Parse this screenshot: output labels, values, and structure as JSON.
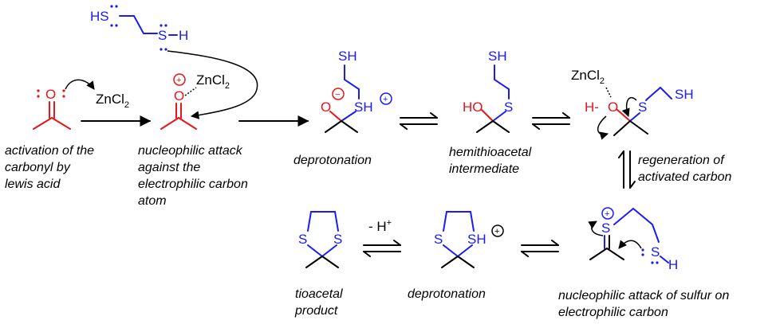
{
  "reagent": {
    "zncl": "ZnCl",
    "sub2": "2",
    "o": "O",
    "s": "S",
    "h": "H",
    "hs": "HS",
    "sh": "SH",
    "ho": "HO",
    "plus": "+",
    "minus": "−",
    "minus_h": "- H",
    "plus_sup": "+",
    "hdash": "H-"
  },
  "captions": {
    "step1": [
      "activation of the",
      "carbonyl by",
      "lewis acid"
    ],
    "step2": [
      "nucleophilic attack",
      "against the",
      "electrophilic carbon",
      "atom"
    ],
    "step3": [
      "deprotonation"
    ],
    "step4": [
      "hemithioacetal",
      "intermediate"
    ],
    "step5": [
      "regeneration of",
      "activated carbon"
    ],
    "step6": [
      "nucleophilic attack of sulfur on",
      "electrophilic carbon"
    ],
    "step7": [
      "deprotonation"
    ],
    "step8": [
      "tioacetal",
      "product"
    ]
  },
  "colors": {
    "oxygen": "#e8141b",
    "sulfur": "#1a1aff",
    "text": "#000000"
  }
}
